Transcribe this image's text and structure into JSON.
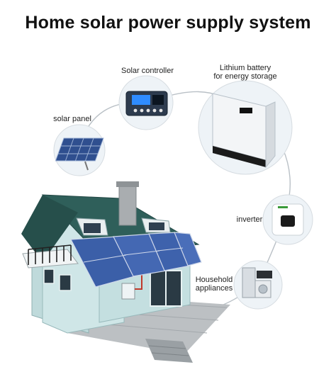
{
  "title": "Home solar power supply system",
  "components": {
    "solar_controller": "Solar controller",
    "battery_line1": "Lithium battery",
    "battery_line2": "for energy storage",
    "solar_panel": "solar panel",
    "inverter": "inverter",
    "appliances_line1": "Household",
    "appliances_line2": "appliances"
  },
  "colors": {
    "connector": "#b9c0c6",
    "roof": "#2f5f5a",
    "wall": "#cfe6e7",
    "panel": "#3b5fa8",
    "circle_fill": "#eef3f7"
  }
}
